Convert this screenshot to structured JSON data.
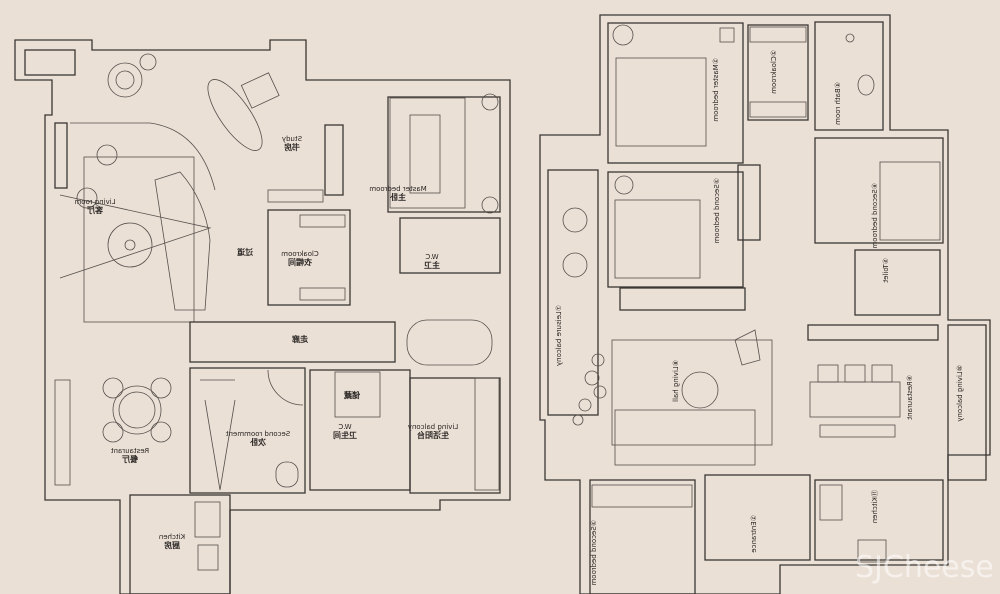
{
  "left_plan": {
    "rooms": [
      {
        "cn": "书房",
        "en": "Study"
      },
      {
        "cn": "客厅",
        "en": "Living room"
      },
      {
        "cn": "主卧",
        "en": "Master bedroom"
      },
      {
        "cn": "衣帽间",
        "en": "Cloakroom"
      },
      {
        "cn": "过道",
        "en": ""
      },
      {
        "cn": "走廊",
        "en": ""
      },
      {
        "cn": "次卧",
        "en": "Second roomment"
      },
      {
        "cn": "餐厅",
        "en": "Restaurant"
      },
      {
        "cn": "厨房",
        "en": "Kitchen"
      },
      {
        "cn": "储藏",
        "en": ""
      },
      {
        "cn": "卫生间",
        "en": "W.C"
      },
      {
        "cn": "生活阳台",
        "en": "Living balcony"
      },
      {
        "cn": "主卫",
        "en": "W.C"
      }
    ]
  },
  "right_plan": {
    "rooms": [
      {
        "en": "①Master bedroom"
      },
      {
        "en": "②Cloakroom"
      },
      {
        "en": "④Bath room"
      },
      {
        "en": "③Second bedroom"
      },
      {
        "en": "⑥Second bedroom"
      },
      {
        "en": "⑤Toilet"
      },
      {
        "en": "⑦Leisure balcony"
      },
      {
        "en": "⑧Living hall"
      },
      {
        "en": "⑨Restaurant"
      },
      {
        "en": "⑩Living balcony"
      },
      {
        "en": "⑪Kitchen"
      },
      {
        "en": "①Entrance"
      },
      {
        "en": "③Second bedroom"
      }
    ]
  },
  "watermark": "SJCheese"
}
